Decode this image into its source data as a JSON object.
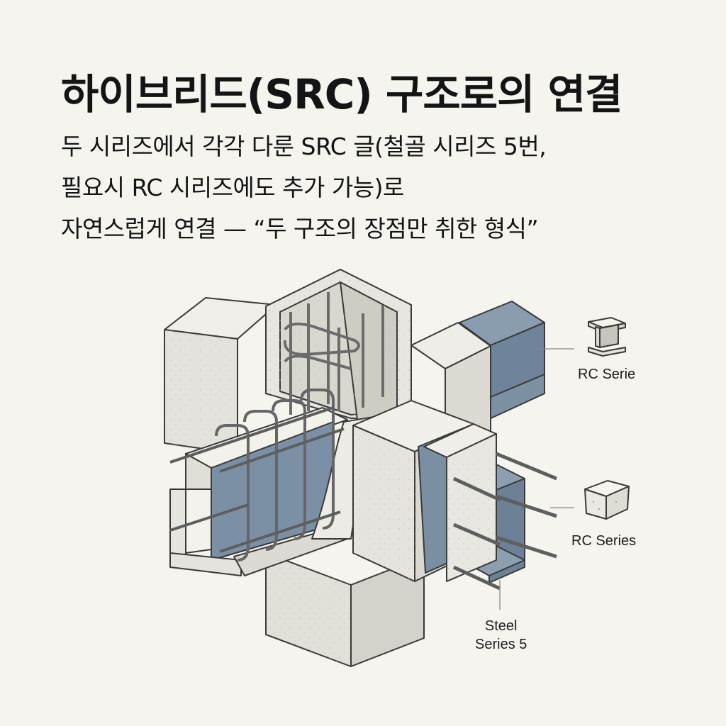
{
  "title": "하이브리드(SRC) 구조로의 연결",
  "subtitle_lines": [
    "두 시리즈에서 각각 다룬 SRC 글(철골 시리즈 5번,",
    "필요시 RC 시리즈에도 추가 가능)로",
    "자연스럽게 연결 — “두 구조의 장점만 취한 형식”"
  ],
  "callouts": {
    "top_right": "RC Serie",
    "middle_right": "RC Series",
    "bottom_line1": "Steel",
    "bottom_line2": "Series 5"
  },
  "icons": {
    "top_right": "i-beam-icon",
    "middle_right": "concrete-block-icon"
  },
  "colors": {
    "background": "#f5f4ef",
    "concrete": "#e4e2dc",
    "steel": "#7f93a6",
    "outline": "#3a3a3a"
  }
}
